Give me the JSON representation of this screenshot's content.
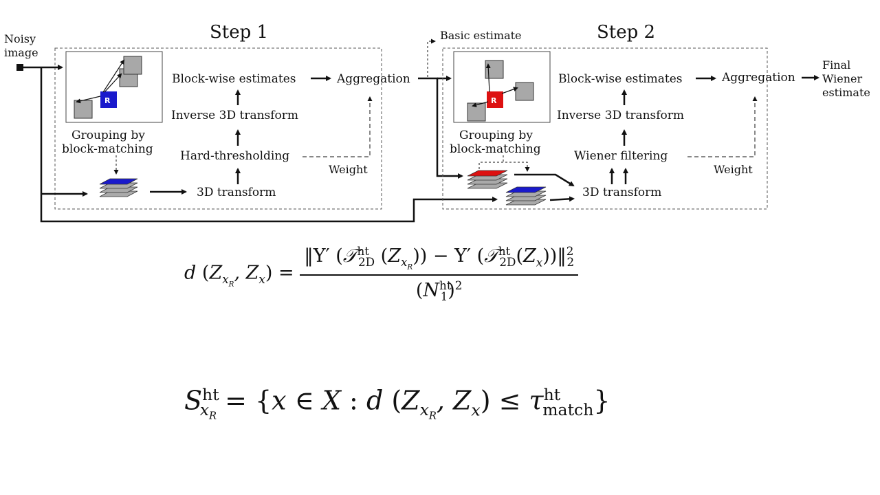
{
  "diagram": {
    "noisy_image": [
      "Noisy",
      "image"
    ],
    "step1": {
      "title": "Step 1",
      "block_R": "R",
      "grouping": [
        "Grouping by",
        "block-matching"
      ],
      "block_wise": "Block-wise estimates",
      "inverse": "Inverse 3D transform",
      "filter": "Hard-thresholding",
      "transform": "3D transform",
      "aggregation": "Aggregation",
      "weight": "Weight"
    },
    "basic_estimate": "Basic estimate",
    "step2": {
      "title": "Step 2",
      "block_R": "R",
      "grouping": [
        "Grouping by",
        "block-matching"
      ],
      "block_wise": "Block-wise estimates",
      "inverse": "Inverse 3D transform",
      "filter": "Wiener filtering",
      "transform": "3D transform",
      "aggregation": "Aggregation",
      "weight": "Weight"
    },
    "final": [
      "Final",
      "Wiener",
      "estimate"
    ],
    "colors": {
      "step1_block": "#1a1acc",
      "step2_block": "#dd1111",
      "gray_block": "#a8a8a8"
    }
  },
  "equations": {
    "distance": "d(Z_xR, Z_x) = || Υ'(T_2D^ht(Z_xR)) − Υ'(T_2D^ht(Z_x)) ||_2^2 / (N_1^ht)^2",
    "set": "S_xR^ht = { x ∈ X : d(Z_xR, Z_x) ≤ τ_match^ht }"
  }
}
